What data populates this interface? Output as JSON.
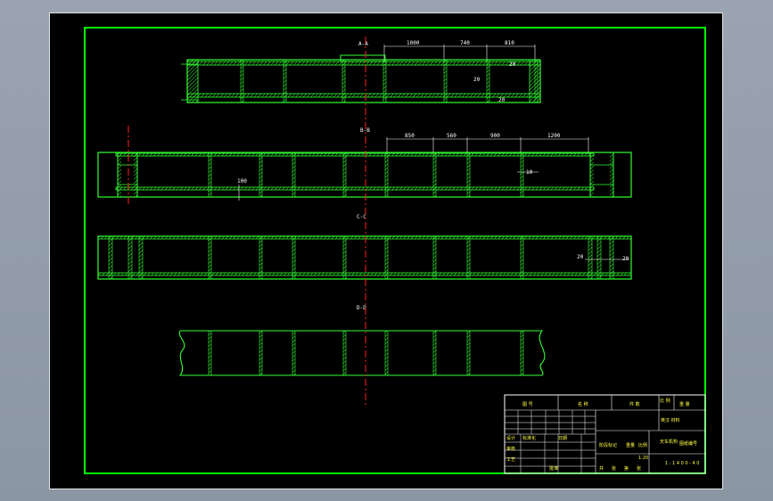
{
  "colors": {
    "background": "#000000",
    "frame": "#00ff00",
    "structure": "#33ff33",
    "centerline": "#ff2020",
    "dimension": "#ffffff",
    "titleblock_text": "#ffff44",
    "outer_border": "#ffffff"
  },
  "sections": {
    "aa": {
      "label": "A-A",
      "dims": [
        "1000",
        "740",
        "810"
      ],
      "notes": [
        "20",
        "20",
        "20"
      ]
    },
    "bb": {
      "label": "B-B",
      "dims": [
        "850",
        "560",
        "900",
        "1200"
      ],
      "notes": [
        "100",
        "10"
      ]
    },
    "cc": {
      "label": "C-C",
      "notes": [
        "20",
        "20"
      ]
    },
    "dd": {
      "label": "D-D"
    }
  },
  "title_block": {
    "header": [
      "图 号",
      "名 称",
      "件 数",
      "比 例",
      "重 量"
    ],
    "title_lines": [
      "英汉 材料",
      "天车机构",
      "图纸编号"
    ],
    "code": "1 : 1 4 0 0 - 4 0",
    "field_labels": [
      "设计",
      "标准化",
      "审核",
      "工艺",
      "日期",
      "批准",
      "阶段标记",
      "重量",
      "比例",
      "共",
      "张",
      "第",
      "张"
    ],
    "scale": "1:20"
  }
}
